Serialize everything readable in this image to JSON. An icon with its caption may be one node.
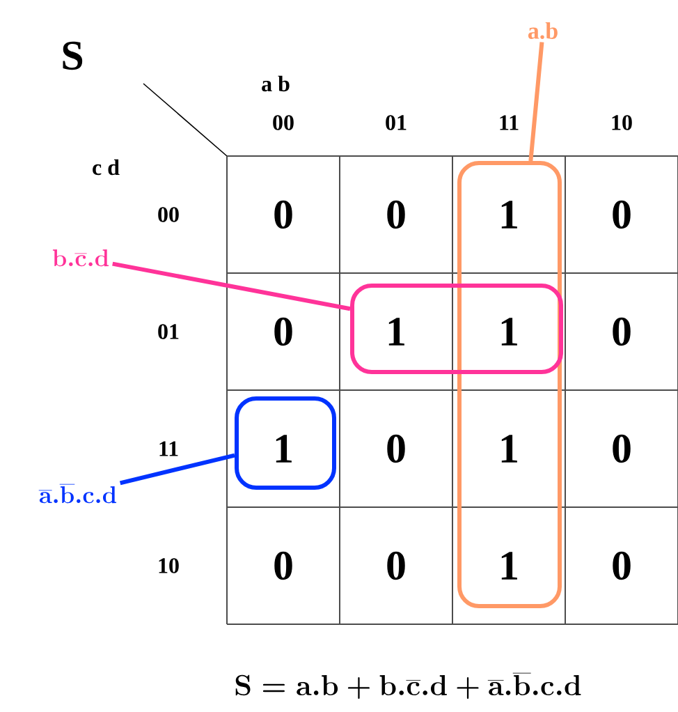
{
  "diagram": {
    "title": "S",
    "caption": "\\mathbf{S = a.b + b.\\overline{c}.d + \\overline{a}.\\overline{b}.c.d}",
    "nodes": [
      {
        "text": [
          "a.b"
        ]
      },
      {
        "text": [],
        "shape": "box"
      },
      {
        "text": [
          "\\mathbf{b.\\overline{c}.d}"
        ]
      },
      {
        "text": [],
        "shape": "box"
      },
      {
        "text": [
          "\\mathbf{\\overline{a}.\\overline{b}.c.d}"
        ]
      },
      {
        "text": [],
        "shape": "box"
      }
    ],
    "edges": [
      {
        "from": 0,
        "to": 1,
        "arrow": "none",
        "color": "#ff9966"
      },
      {
        "from": 2,
        "to": 3,
        "arrow": "none",
        "color": "#ff3399"
      },
      {
        "from": 4,
        "to": 5,
        "arrow": "none",
        "color": "#0033ff"
      }
    ],
    "labels": [
      "a b",
      "00",
      "01",
      "11",
      "10",
      "c d",
      "00",
      "0",
      "0",
      "1",
      "0",
      "01",
      "0",
      "1",
      "1",
      "0",
      "11",
      "1",
      "0",
      "1",
      "0",
      "10",
      "0",
      "0",
      "1",
      "0"
    ]
  }
}
